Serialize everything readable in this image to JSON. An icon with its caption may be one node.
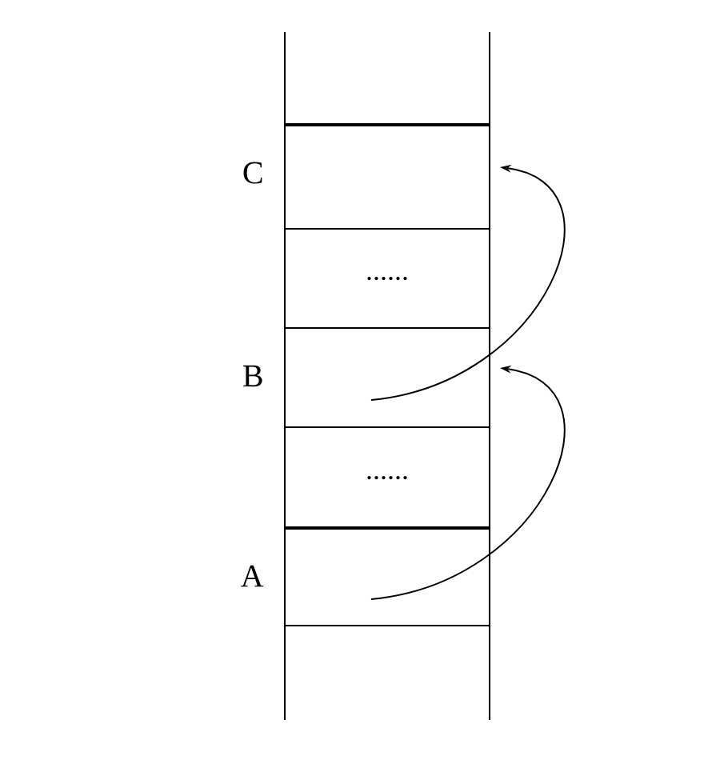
{
  "diagram": {
    "nodes": [
      {
        "text": [],
        "shape": "box",
        "beside": [
          "C"
        ]
      },
      {
        "text": [
          "......"
        ]
      },
      {
        "text": [],
        "shape": "box",
        "beside": [
          "B"
        ]
      },
      {
        "text": [
          "......"
        ]
      },
      {
        "text": [],
        "shape": "box",
        "beside": [
          "A"
        ]
      }
    ],
    "edges": [
      {
        "from": 4,
        "to": 2,
        "arrow": "to"
      },
      {
        "from": 2,
        "to": 0,
        "arrow": "to"
      }
    ]
  }
}
